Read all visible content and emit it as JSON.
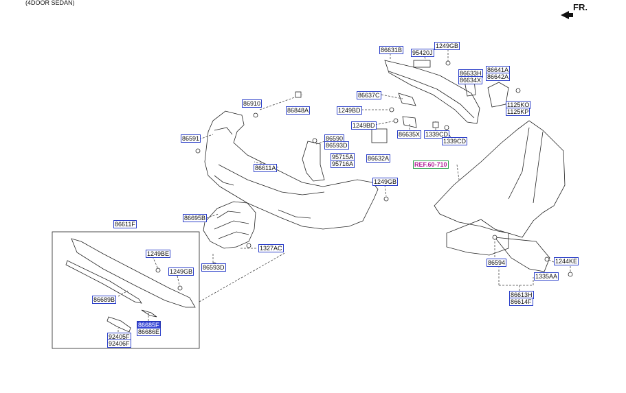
{
  "header": {
    "title": "(4DOOR SEDAN)",
    "direction": "FR."
  },
  "colors": {
    "label_border": "#2b3fc9",
    "highlight": "#3a49d6",
    "ref_border": "#2aa04a",
    "ref_text": "#b3239a"
  },
  "labels": {
    "l866318": "86631B",
    "l95420j": "95420J",
    "l1249gb_a": "1249GB",
    "l86633h": "86633H",
    "l86634x": "86634X",
    "l86641a": "86641A",
    "l86642a": "86642A",
    "l86637c": "86637C",
    "l1249bd_a": "1249BD",
    "l1249bd_b": "1249BD",
    "l1125ko": "1125KO",
    "l1125kp": "1125KP",
    "l1339cd_a": "1339CD",
    "l1339cd_b": "1339CD",
    "l86635x": "86635X",
    "l86632a": "86632A",
    "l86910": "86910",
    "l86848a": "86848A",
    "l86591": "86591",
    "l86590": "86590",
    "l86593d_a": "86593D",
    "l95715a": "95715A",
    "l95716a": "95716A",
    "l86611a": "86611A",
    "l1249gb_b": "1249GB",
    "lref": "REF.60-710",
    "l86695b": "86695B",
    "l1327ac": "1327AC",
    "l86593d_b": "86593D",
    "l86611f": "86611F",
    "l1249be": "1249BE",
    "l1249gb_c": "1249GB",
    "l86689b": "86689B",
    "l86685f": "86685F",
    "l86686e": "86686E",
    "l92405f": "92405F",
    "l92406f": "92406F",
    "l86594": "86594",
    "l1244ke": "1244KE",
    "l1335aa": "1335AA",
    "l86613h": "86613H",
    "l86614f": "86614F"
  }
}
